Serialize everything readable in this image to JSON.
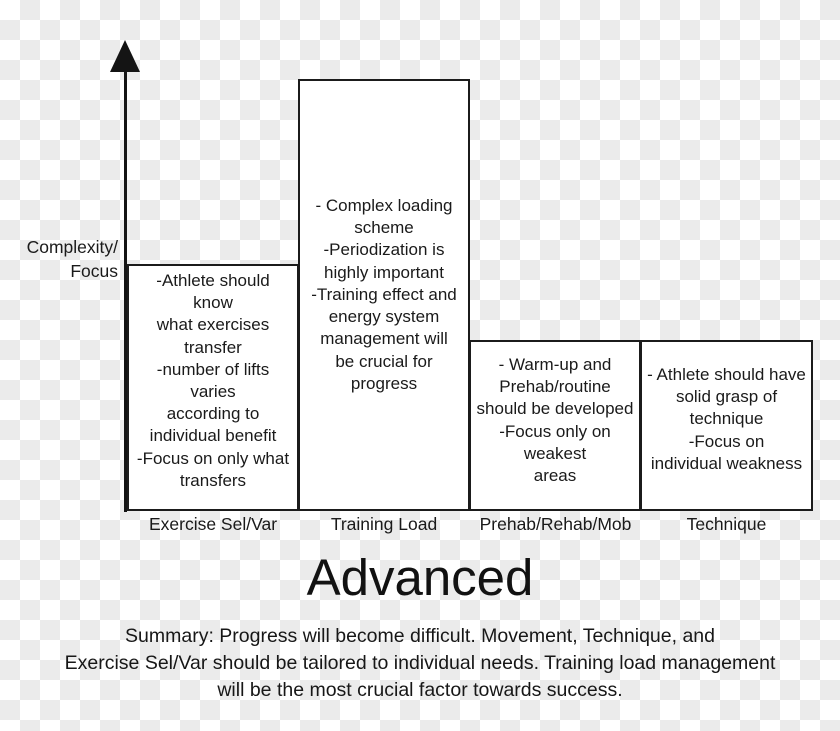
{
  "chart_data": {
    "type": "bar",
    "title": "Advanced",
    "xlabel": "",
    "ylabel": "Complexity/\nFocus",
    "categories": [
      "Exercise Sel/Var",
      "Training Load",
      "Prehab/Rehab/Mob",
      "Technique"
    ],
    "values": [
      2,
      4,
      1,
      1
    ],
    "value_unit": "relative complexity/focus (unlabeled axis)",
    "ylim": [
      0,
      4.5
    ],
    "grid": false,
    "legend": null,
    "annotations": [
      "-Athlete should\nknow\nwhat exercises\ntransfer\n-number of lifts\nvaries\naccording to\nindividual benefit\n-Focus on only what\ntransfers",
      "- Complex loading\nscheme\n-Periodization is\nhighly important\n-Training effect and\nenergy system\nmanagement will\nbe crucial for\nprogress",
      "- Warm-up and\nPrehab/routine\nshould be developed\n-Focus only on\nweakest\nareas",
      "- Athlete should have\nsolid grasp of\ntechnique\n-Focus on\nindividual weakness"
    ],
    "summary": "Summary: Progress will become difficult. Movement, Technique, and\nExercise Sel/Var should be tailored to individual needs.  Training load management\nwill be the most crucial factor towards success."
  },
  "axis": {
    "y_label": "Complexity/\nFocus",
    "arrow_direction": "up"
  },
  "bars": [
    {
      "category": "Exercise Sel/Var",
      "text": "-Athlete should\nknow\nwhat exercises\ntransfer\n-number of lifts\nvaries\naccording to\nindividual benefit\n-Focus on only what\ntransfers"
    },
    {
      "category": "Training Load",
      "text": "- Complex loading\nscheme\n-Periodization is\nhighly important\n-Training effect and\nenergy system\nmanagement will\nbe crucial for\nprogress"
    },
    {
      "category": "Prehab/Rehab/Mob",
      "text": "- Warm-up and\nPrehab/routine\nshould be developed\n-Focus only on\nweakest\nareas"
    },
    {
      "category": "Technique",
      "text": "- Athlete should have\nsolid grasp of\ntechnique\n-Focus on\nindividual weakness"
    }
  ],
  "title": "Advanced",
  "summary": "Summary: Progress will become difficult. Movement, Technique, and\nExercise Sel/Var should be tailored to individual needs.  Training load management\nwill be the most crucial factor towards success.",
  "colors": {
    "stroke": "#1b1b1b",
    "bar_fill": "#ffffff",
    "text": "#1a1a1a",
    "checker_light": "#ffffff",
    "checker_dark": "#ebebeb"
  }
}
